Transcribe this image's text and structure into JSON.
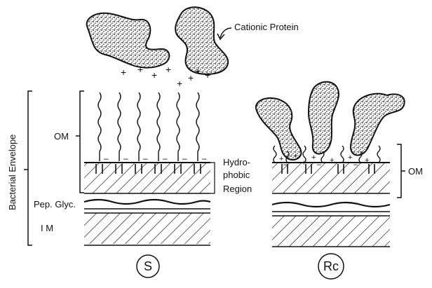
{
  "labels": {
    "cationic_protein": "Cationic Protein",
    "bacterial_envelope": "Bacterial Envelope",
    "om_left": "OM",
    "om_right": "OM",
    "pep_glyc": "Pep. Glyc.",
    "im": "I M",
    "hydro_line1": "Hydro-",
    "hydro_line2": "phobic",
    "hydro_line3": "Region",
    "panel_s": "S",
    "panel_rc": "Rc"
  },
  "colors": {
    "ink": "#111111",
    "paper": "#ffffff"
  },
  "icons": {
    "protein": "stippled-blob-icon",
    "charge": "plus-sign-icon"
  }
}
